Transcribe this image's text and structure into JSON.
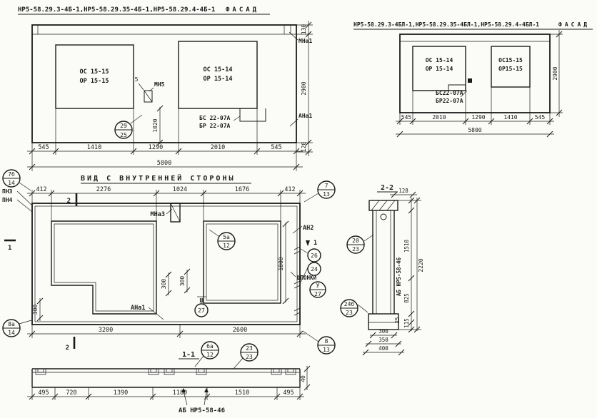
{
  "facadeMain": {
    "header": "НР5-58.29.3-4Б-1,НР5-58.29.35-4Б-1,НР5-58.29.4-4Б-1",
    "title": "ФАСАД",
    "winLeft1": "ОС 15-15",
    "winLeft2": "ОР 15-15",
    "winRight1": "ОС 15-14",
    "winRight2": "ОР 15-14",
    "mn5": "МН5",
    "d5": "5",
    "mna1": "МНа1",
    "ana1": "АНа1",
    "bs": "БС 22-07А",
    "br": "БР 22-07А",
    "callout": {
      "a": "29",
      "b": "25"
    },
    "dims": [
      "545",
      "1410",
      "1290",
      "2010",
      "545"
    ],
    "total": "5800",
    "d130": "130",
    "d2900": "2900",
    "d120": "120",
    "d1020": "1020"
  },
  "facadeMirror": {
    "header": "НР5-58.29.3-4БЛ-1,НР5-58.29.35-4БЛ-1,НР5-58.29.4-4БЛ-1",
    "title": "ФАСАД",
    "winLeft1": "ОС 15-14",
    "winLeft2": "ОР 15-14",
    "winRight1": "ОС15-15",
    "winRight2": "ОР15-15",
    "bs": "БС22-07А",
    "br": "БР22-07А",
    "dims": [
      "545",
      "2010",
      "1290",
      "1410",
      "545"
    ],
    "total": "5800",
    "d2900": "2900"
  },
  "innerView": {
    "title": "ВИД С ВНУТРЕННЕЙ СТОРОНЫ",
    "topDims": [
      "412",
      "2276",
      "1024",
      "1676",
      "412"
    ],
    "pn3": "ПН3",
    "pn4": "ПН4",
    "mna3": "МНа3",
    "ana1": "АНа1",
    "an2": "АН2",
    "shponki": "ШПОНКИ",
    "sec1": "1",
    "sec2": "2",
    "c7b": {
      "a": "7б",
      "b": "14"
    },
    "c7": {
      "a": "7",
      "b": "13"
    },
    "c8a": {
      "a": "8а",
      "b": "14"
    },
    "c8": {
      "a": "8",
      "b": "13"
    },
    "c5a": {
      "a": "5а",
      "b": "12"
    },
    "c26": "26",
    "c24": "24",
    "cU": {
      "a": "У",
      "b": "27"
    },
    "cSh": {
      "a": "Ш",
      "b": "27"
    },
    "d300l": "300",
    "d300a": "300",
    "d300b": "300",
    "d1800": "1800",
    "d3200": "3200",
    "d2600": "2600"
  },
  "section22": {
    "title": "2-2",
    "d128": "128",
    "d25": "25",
    "d1510": "1510",
    "d2220": "2220",
    "d825": "825",
    "d115": "115",
    "label": "АБ НР5-58-46",
    "c20": {
      "a": "20",
      "b": "23"
    },
    "c24b": {
      "a": "24б",
      "b": "23"
    },
    "d300": "300",
    "d350": "350",
    "d400": "400"
  },
  "section11": {
    "title": "1-1",
    "dims": [
      "495",
      "720",
      "1390",
      "1180",
      "1510",
      "495"
    ],
    "label": "АБ НР5-58-46",
    "c23": {
      "a": "23",
      "b": "23"
    },
    "c6a": {
      "a": "6а",
      "b": "12"
    },
    "d40": "40"
  }
}
